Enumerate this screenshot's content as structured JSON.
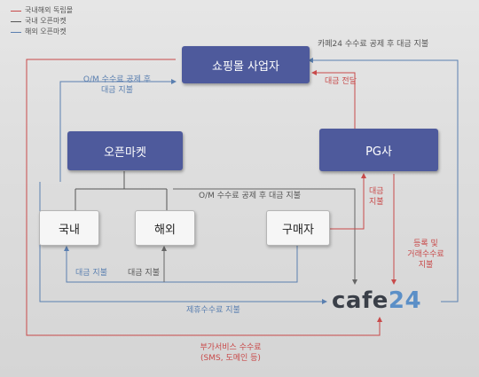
{
  "legend": [
    {
      "label": "국내해외 독립몰",
      "color": "#c84a4a"
    },
    {
      "label": "국내 오픈마켓",
      "color": "#555555"
    },
    {
      "label": "해외 오픈마켓",
      "color": "#5a7fb0"
    }
  ],
  "nodes": {
    "shopping_mall": "쇼핑몰 사업자",
    "open_market": "오픈마켓",
    "pg": "PG사",
    "domestic": "국내",
    "overseas": "해외",
    "buyer": "구매자"
  },
  "logo": {
    "text_main": "cafe",
    "text_num": "24"
  },
  "labels": {
    "cafe24_fee_payment": "카페24 수수료 공제 후 대금 지불",
    "om_fee_payment_line1": "O/M 수수료 공제 후",
    "om_fee_payment_line2": "대금 지불",
    "payment_transfer": "대금 전달",
    "om_fee_payment_mid": "O/M 수수료 공제 후 대금 지불",
    "payment_vertical_1": "대금",
    "payment_vertical_2": "지불",
    "reg_fee_line1": "등록 및",
    "reg_fee_line2": "거래수수료",
    "reg_fee_line3": "지불",
    "payment_left": "대금 지불",
    "payment_right": "대금 지불",
    "affiliate_fee": "제휴수수료 지불",
    "addon_fee_line1": "부가서비스 수수료",
    "addon_fee_line2": "(SMS, 도메인 등)"
  },
  "colors": {
    "navy": "#4e5a9c",
    "red": "#c84a4a",
    "blue": "#5a7fb0",
    "gray": "#555555"
  }
}
